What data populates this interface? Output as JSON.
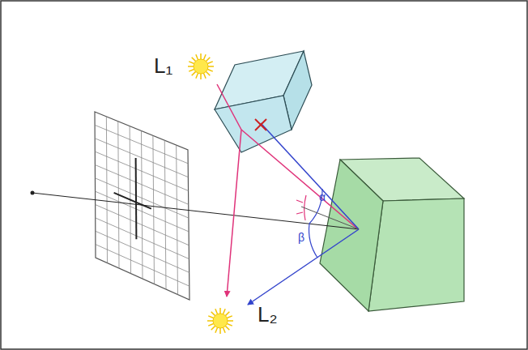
{
  "diagram": {
    "labels": [
      "L₁",
      "L₂",
      "α",
      "β"
    ]
  }
}
